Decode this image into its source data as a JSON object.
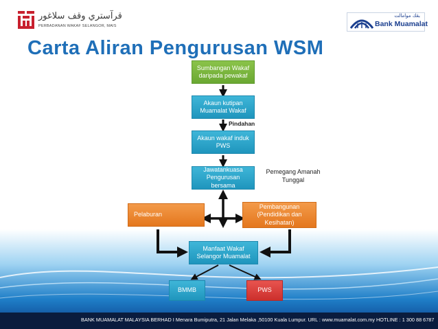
{
  "header": {
    "left_logo_arabic": "قرآستري وقف سلاغور",
    "left_logo_sub": "PERBADANAN WAKAF SELANGOR, MAIS",
    "right_logo_arabic": "بڠك موامالت",
    "right_logo_name": "Bank Muamalat"
  },
  "title": "Carta Aliran Pengurusan WSM",
  "nodes": {
    "sumbangan": "Sumbangan Wakaf daripada pewakaf",
    "akaun_kutipan": "Akaun kutipan Muamalat Wakaf",
    "akaun_induk": "Akaun wakaf induk PWS",
    "jawatankuasa": "Jawatankuasa Pengurusan bersama",
    "pelaburan": "Pelaburan",
    "pembangunan": "Pembangunan (Pendidikan dan Kesihatan)",
    "manfaat": "Manfaat Wakaf Selangor Muamalat",
    "bmmb": "BMMB",
    "pws": "PWS"
  },
  "labels": {
    "pindahan": "Pindahan",
    "pemegang": "Pemegang Amanah Tunggal"
  },
  "footer": "BANK MUAMALAT MALAYSIA BERHAD I Menara Bumiputra, 21 Jalan Melaka ,50100 Kuala Lumpur. URL : www.muamalat.com.my HOTLINE : 1 300 88 6787",
  "colors": {
    "title": "#1f6fb8",
    "green": "#7ab83d",
    "blue": "#2aa5cc",
    "orange": "#ec8834",
    "red": "#d83b37",
    "footer": "#0a1c3e"
  }
}
